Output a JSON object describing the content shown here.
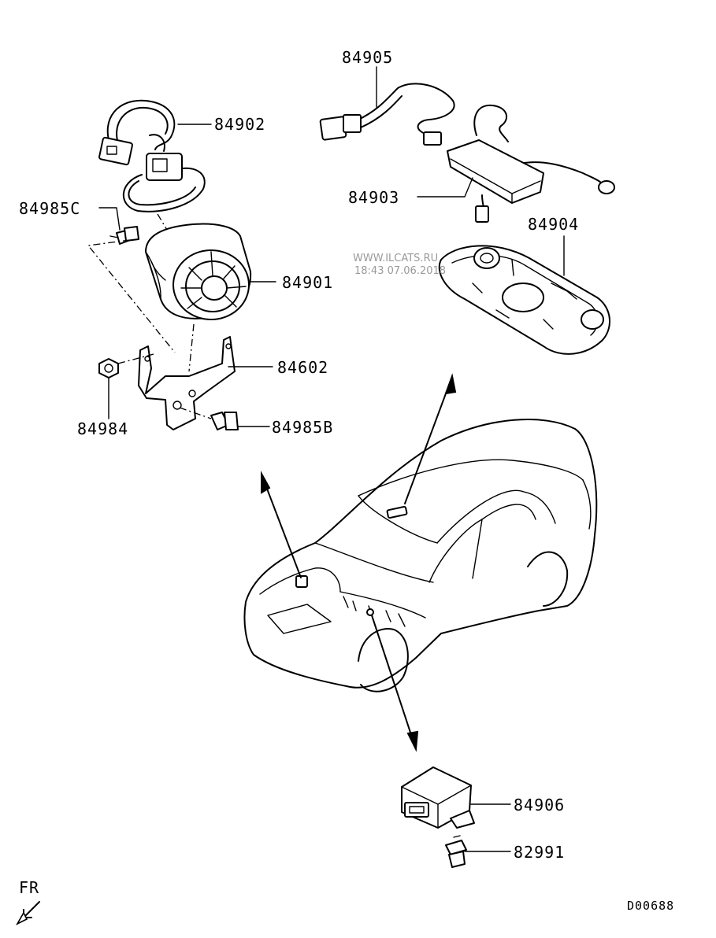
{
  "diagram": {
    "labels": {
      "p84905": "84905",
      "p84902": "84902",
      "p84903": "84903",
      "p84985C": "84985C",
      "p84904": "84904",
      "p84901": "84901",
      "p84602": "84602",
      "p84984": "84984",
      "p84985B": "84985B",
      "p84906": "84906",
      "p82991": "82991"
    },
    "watermark": {
      "site": "WWW.ILCATS.RU",
      "stamp": "18:43 07.06.2018"
    },
    "direction_label": "FR",
    "diagram_code": "D00688"
  }
}
